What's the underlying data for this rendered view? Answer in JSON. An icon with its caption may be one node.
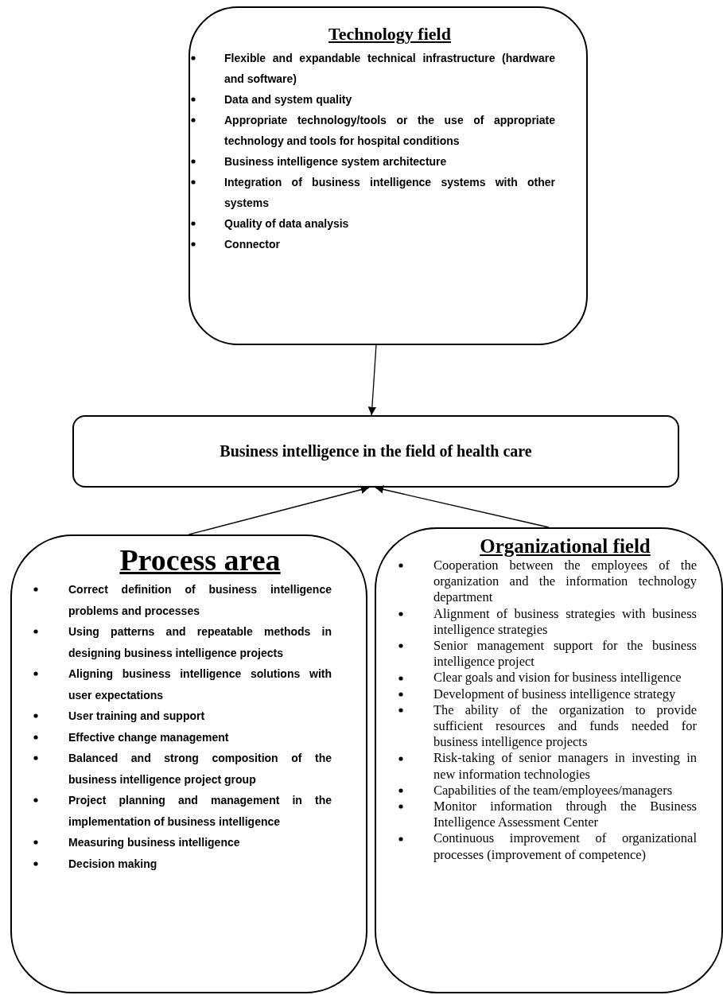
{
  "diagram": {
    "nodes": [
      {
        "text": [
          "Technology field",
          "Flexible and expandable technical infrastructure (hardware and software)",
          "Data and system quality",
          "Appropriate technology/tools or the use of appropriate technology and tools for hospital conditions",
          "Business intelligence system architecture",
          "Integration of business intelligence systems with other systems",
          "Quality of data analysis",
          "Connector"
        ]
      },
      {
        "text": [
          "Business intelligence in the field of health care"
        ]
      },
      {
        "text": [
          "Process area",
          "Correct definition of business intelligence problems and processes",
          "Using patterns and repeatable methods in designing business intelligence projects",
          "Aligning business intelligence solutions with user expectations",
          "User training and support",
          "Effective change management",
          "Balanced and strong composition of the business intelligence project group",
          "Project planning and management in the implementation of business intelligence",
          "Measuring business intelligence",
          "Decision making"
        ]
      },
      {
        "text": [
          "Organizational field",
          "Cooperation between the employees of the organization and the information technology department",
          "Alignment of business strategies with business intelligence strategies",
          "Senior management support for the business intelligence project",
          "Clear goals and vision for business intelligence",
          "Development of business intelligence strategy",
          "The ability of the organization to provide sufficient resources and funds needed for business intelligence projects",
          "Risk-taking of senior managers in investing in new information technologies",
          "Capabilities of the team/employees/managers",
          "Monitor information through the Business Intelligence Assessment Center",
          "Continuous improvement of organizational processes (improvement of competence)"
        ]
      }
    ],
    "edges": [
      {
        "from": 0,
        "to": 1,
        "arrow": "to"
      },
      {
        "from": 2,
        "to": 1,
        "arrow": "to"
      },
      {
        "from": 3,
        "to": 1,
        "arrow": "to"
      }
    ]
  }
}
